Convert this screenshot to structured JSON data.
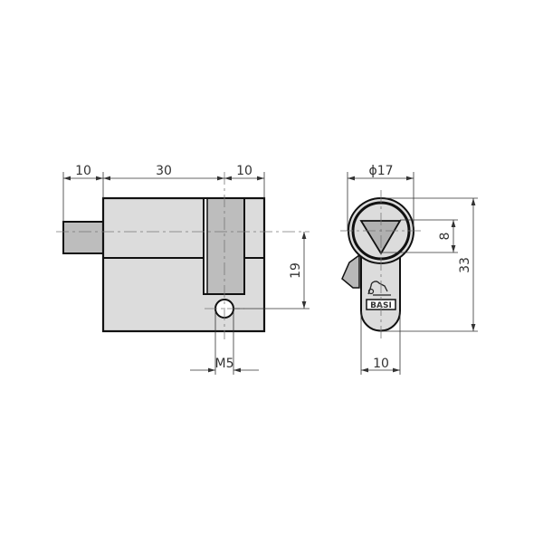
{
  "drawing": {
    "side_view": {
      "dims": {
        "pin_length": "10",
        "body_length": "30",
        "front_length": "10",
        "hole_height": "19",
        "thread": "M5"
      }
    },
    "front_view": {
      "dims": {
        "diameter": "ϕ17",
        "triangle_height": "8",
        "total_height": "33",
        "width": "10"
      },
      "logo_text": "BASI"
    }
  }
}
